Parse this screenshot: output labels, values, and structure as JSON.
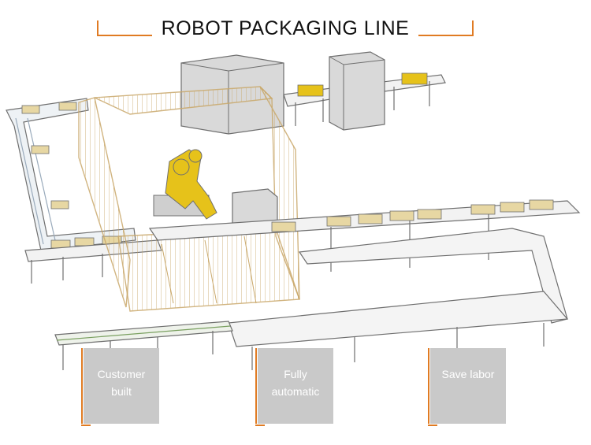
{
  "title": "ROBOT PACKAGING LINE",
  "features": [
    {
      "label": "Customer built"
    },
    {
      "label": "Fully automatic"
    },
    {
      "label": "Save labor"
    }
  ],
  "colors": {
    "accent": "#e07b23",
    "frame": "#6f6f6f",
    "fence": "#c9a86a",
    "robot": "#e6c21a",
    "box_fill": "#d9d9d9",
    "carton": "#e7d7a3",
    "feature_fill": "#c9c9c9"
  }
}
